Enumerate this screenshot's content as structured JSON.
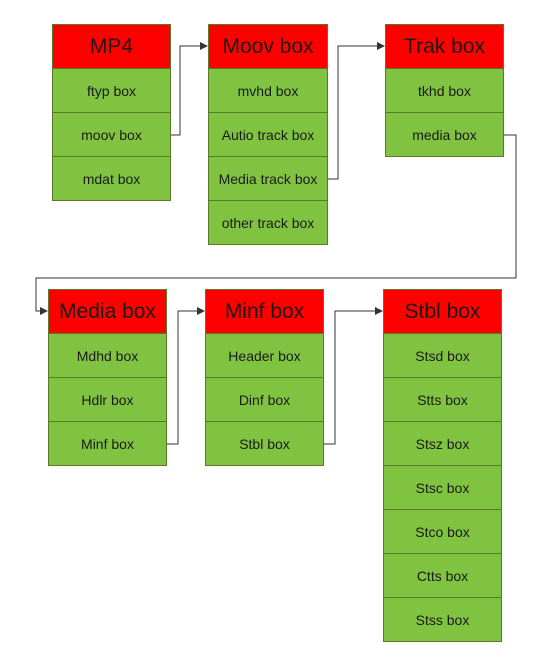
{
  "colors": {
    "header_fill": "#ff0000",
    "item_fill": "#80c341",
    "border": "#5a7a2a",
    "connector": "#333333"
  },
  "boxes": {
    "mp4": {
      "title": "MP4",
      "items": [
        "ftyp box",
        "moov box",
        "mdat box"
      ]
    },
    "moov": {
      "title": "Moov box",
      "items": [
        "mvhd box",
        "Autio track box",
        "Media track box",
        "other track box"
      ]
    },
    "trak": {
      "title": "Trak box",
      "items": [
        "tkhd box",
        "media box"
      ]
    },
    "media": {
      "title": "Media box",
      "items": [
        "Mdhd box",
        "Hdlr box",
        "Minf box"
      ]
    },
    "minf": {
      "title": "Minf box",
      "items": [
        "Header box",
        "Dinf box",
        "Stbl box"
      ]
    },
    "stbl": {
      "title": "Stbl box",
      "items": [
        "Stsd box",
        "Stts box",
        "Stsz box",
        "Stsc box",
        "Stco box",
        "Ctts box",
        "Stss box"
      ]
    }
  }
}
